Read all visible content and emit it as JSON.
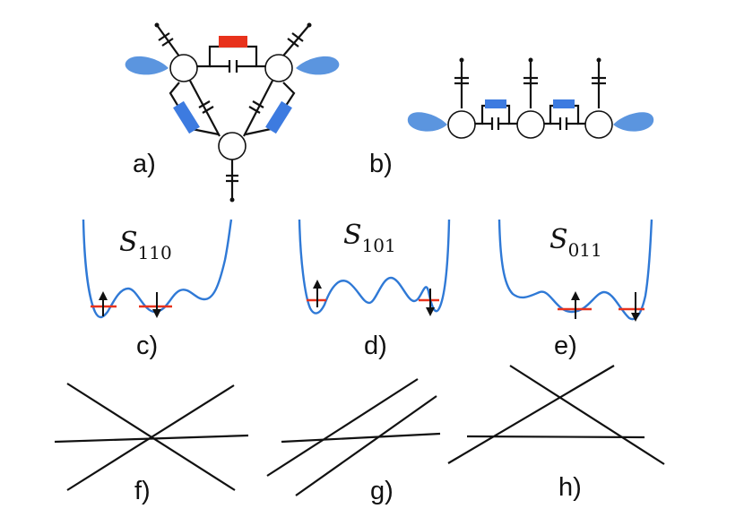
{
  "colors": {
    "resistor_red": "#e8321c",
    "resistor_blue": "#3d7be0",
    "port": "#5b95df",
    "potential": "#2f79d6",
    "level": "#e8321c",
    "ink": "#111111"
  },
  "labels": {
    "a": "a)",
    "b": "b)",
    "c": "c)",
    "d": "d)",
    "e": "e)",
    "f": "f)",
    "g": "g)",
    "h": "h)"
  },
  "states": {
    "c": {
      "symbol": "S",
      "sub": "110",
      "spins": [
        "up",
        "down"
      ]
    },
    "d": {
      "symbol": "S",
      "sub": "101",
      "spins": [
        "up",
        "down"
      ]
    },
    "e": {
      "symbol": "S",
      "sub": "011",
      "spins": [
        "up",
        "down"
      ]
    }
  },
  "icons": {
    "port": "lobe-port-icon",
    "capacitor": "capacitor-icon",
    "resistor": "resistor-icon",
    "spin_up": "arrow-up-icon",
    "spin_down": "arrow-down-icon"
  }
}
